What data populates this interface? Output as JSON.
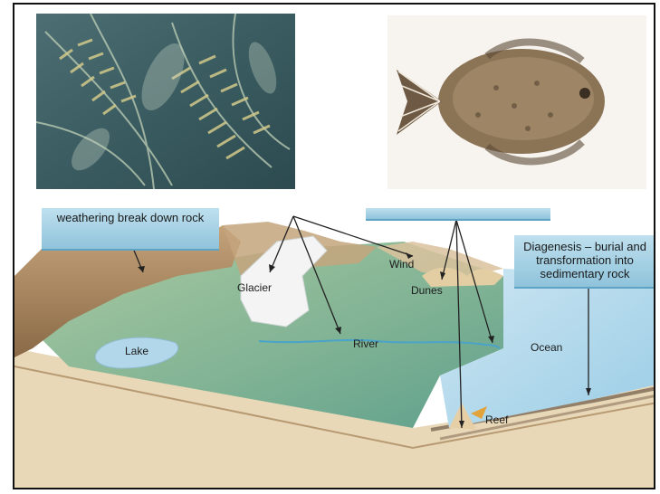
{
  "callouts": {
    "weathering": "weathering break down rock",
    "diagenesis": "Diagenesis – burial and transformation into sedimentary rock"
  },
  "labels": {
    "glacier": "Glacier",
    "wind": "Wind",
    "dunes": "Dunes",
    "lake": "Lake",
    "river": "River",
    "ocean": "Ocean",
    "reef": "Reef"
  }
}
